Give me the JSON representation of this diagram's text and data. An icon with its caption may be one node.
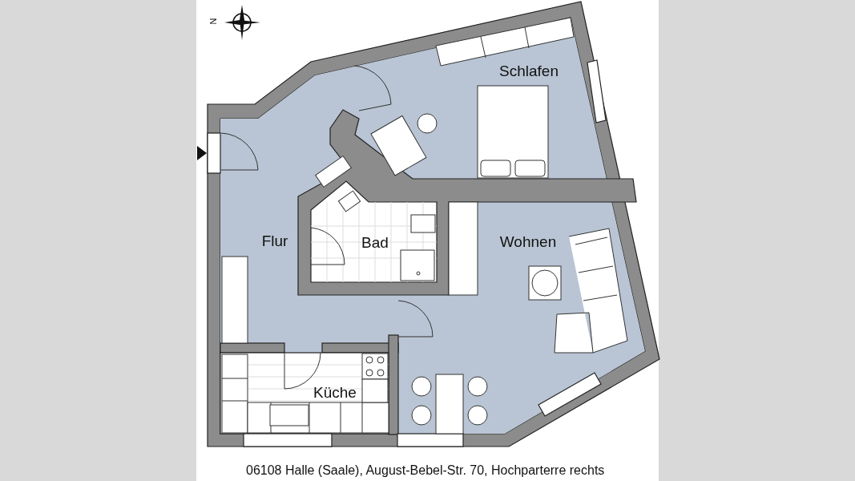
{
  "diagram": {
    "caption": "06108 Halle (Saale), August-Bebel-Str. 70, Hochparterre rechts",
    "nodes": [
      {
        "text": [
          "Schlafen"
        ]
      },
      {
        "text": [
          "Flur"
        ]
      },
      {
        "text": [
          "Bad"
        ]
      },
      {
        "text": [
          "Wohnen"
        ]
      },
      {
        "text": [
          "Küche"
        ]
      }
    ],
    "labels": [
      "N"
    ]
  }
}
